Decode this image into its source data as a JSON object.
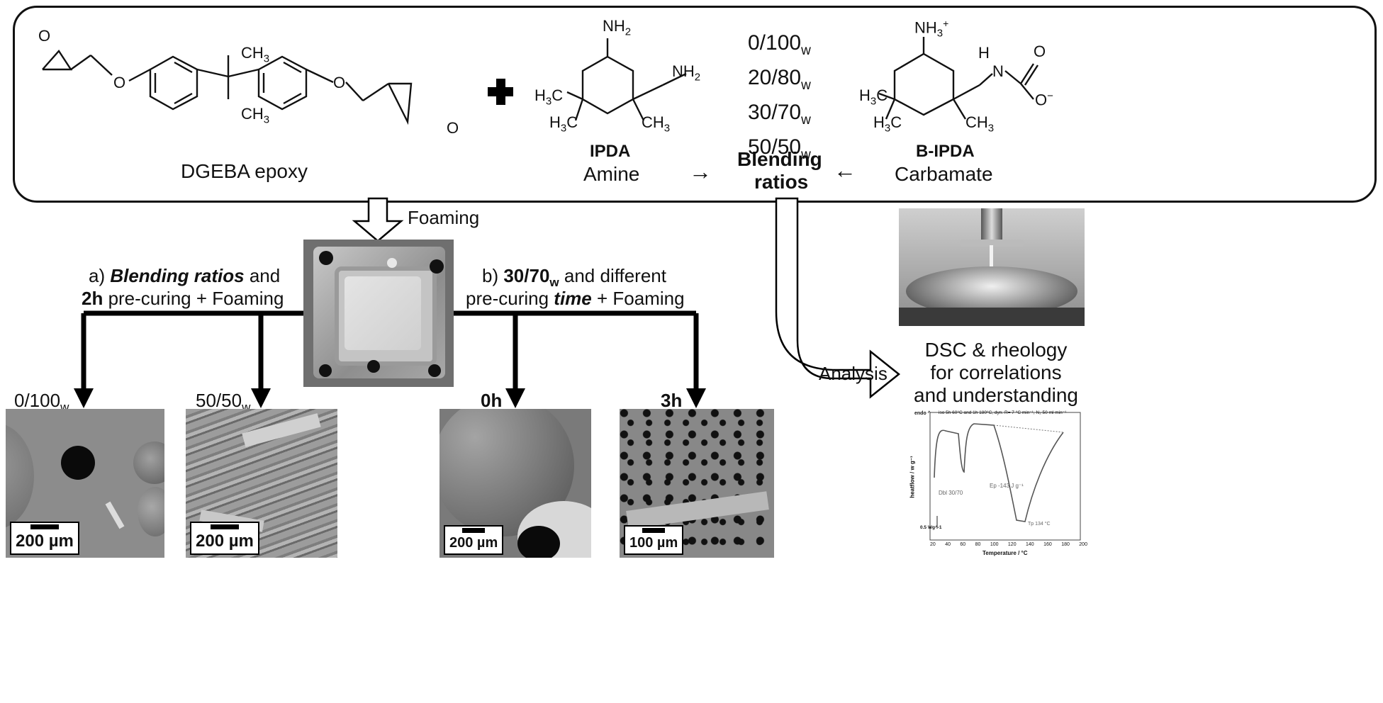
{
  "reagents": {
    "dgeba": {
      "label": "DGEBA epoxy",
      "ch3_top": "CH",
      "ch3_bot": "CH",
      "o1": "O",
      "o2": "O",
      "o3": "O",
      "o4": "O",
      "sub3": "3"
    },
    "plus": "+",
    "ipda": {
      "name": "IPDA",
      "type": "Amine",
      "nh2_top": "NH",
      "nh2_right": "NH",
      "h3c_left": "H",
      "h3c_bottom": "H",
      "ch3": "CH",
      "sub2": "2",
      "sub3": "3",
      "c": "C"
    },
    "blending": {
      "ratios": [
        {
          "value": "0/100",
          "sub": "w"
        },
        {
          "value": "20/80",
          "sub": "w"
        },
        {
          "value": "30/70",
          "sub": "w"
        },
        {
          "value": "50/50",
          "sub": "w"
        }
      ],
      "title_line1": "Blending",
      "title_line2": "ratios",
      "arrow_left": "→",
      "arrow_right": "←"
    },
    "bipda": {
      "name": "B-IPDA",
      "type": "Carbamate",
      "nh3": "NH",
      "plus": "+",
      "h": "H",
      "n": "N",
      "o_top": "O",
      "o_minus": "O",
      "minus": "−",
      "h3c_left": "H",
      "h3c_bottom": "H",
      "ch3": "CH",
      "c": "C",
      "sub3": "3"
    }
  },
  "foaming_label": "Foaming",
  "branch_a": {
    "line1_prefix": "a) ",
    "line1_bold": "Blending ratios",
    "line1_suffix": " and",
    "line2_bold": "2h",
    "line2_suffix": " pre-curing + Foaming"
  },
  "branch_b": {
    "line1_prefix": "b) ",
    "line1_bold": "30/70",
    "line1_sub": "w",
    "line1_suffix": " and different",
    "line2_prefix": "pre-curing ",
    "line2_bold": "time",
    "line2_suffix": " + Foaming"
  },
  "samples": [
    {
      "label": "0/100",
      "sub": "w",
      "scale": "200 µm"
    },
    {
      "label": "50/50",
      "sub": "w",
      "scale": "200 µm"
    },
    {
      "label": "0h",
      "sub": "",
      "scale": "200 µm"
    },
    {
      "label": "3h",
      "sub": "",
      "scale": "100 µm"
    }
  ],
  "analysis_label": "Analysis",
  "analysis_text": [
    "DSC & rheology",
    "for correlations",
    "and understanding"
  ],
  "dsc": {
    "endo": "endo ^",
    "header": "iso 5h 60°C and 1h 180°C, dyn. R= 7 °C min⁻¹, N₂ 50 ml min⁻¹",
    "ylabel": "heatflow / w g⁻¹",
    "xlabel": "Temperature / °C",
    "sample": "Dbl 30/70",
    "enthalpy": "Ep -143 J g⁻¹",
    "peak": "Tp 134 °C",
    "scale": "0.5 Wg^-1",
    "xticks": [
      "20",
      "40",
      "60",
      "80",
      "100",
      "120",
      "140",
      "160",
      "180",
      "200"
    ]
  },
  "colors": {
    "arrow_fill": "#000000",
    "box_border": "#111111",
    "hollow_arrow": "#ffffff"
  }
}
